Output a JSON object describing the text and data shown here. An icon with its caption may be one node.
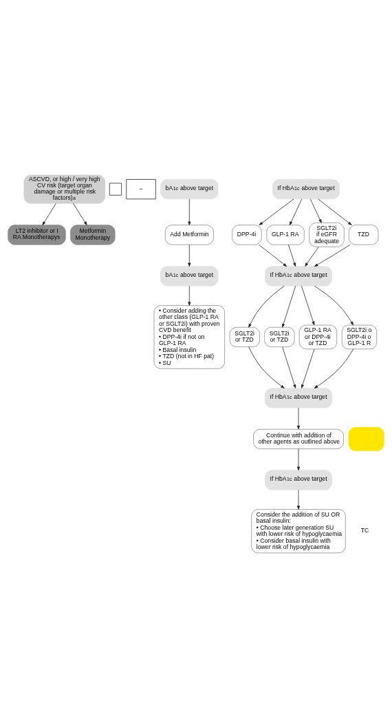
{
  "diagram": {
    "nodes": [
      {
        "text": [
          "ASCVD, or high / very high CV risk (target organ damage or multiple risk factors)$^{a}$"
        ]
      },
      {
        "text": [],
        "shape": "box"
      },
      {
        "text": [
          "−"
        ]
      },
      {
        "text": [
          "LT2 inhibitor or I RA Monotherapy$^{b}$"
        ]
      },
      {
        "text": [
          "Metformin Monotherapy"
        ]
      },
      {
        "text": [
          "bA$_{1c}$ above target"
        ]
      },
      {
        "text": [
          "If HbA$_{1c}$ above target"
        ]
      },
      {
        "text": [
          "Add Metformin"
        ]
      },
      {
        "text": [
          "DPP-4i"
        ]
      },
      {
        "text": [
          "GLP-1 RA"
        ]
      },
      {
        "text": [
          "SGLT2i if eGFR adequate"
        ]
      },
      {
        "text": [
          "TZD"
        ]
      },
      {
        "text": [
          "bA$_{1c}$ above target"
        ]
      },
      {
        "text": [
          "• Consider adding the other class (GLP-1 RA or SGLT2i) with proven CVD benefit",
          "• DPP-4i if not on GLP-1 RA",
          "• Basal insulin",
          "• TZD (not in HF pat)",
          "• SU"
        ]
      },
      {
        "text": [
          "If HbA$_{1c}$ above target"
        ]
      },
      {
        "text": [
          "SGLT2i or TZD"
        ]
      },
      {
        "text": [
          "SGLT2i or TZD"
        ]
      },
      {
        "text": [
          "GLP-1 RA or DPP-4i or TZD"
        ]
      },
      {
        "text": [
          "SGLT2i o DPP-4i o GLP-1 R"
        ]
      },
      {
        "text": [
          "If HbA$_{1c}$ above target"
        ]
      },
      {
        "text": [
          "Continue with addition of other agents as outlined above"
        ]
      },
      {
        "text": [
          "If HbA$_{1c}$ above target"
        ]
      },
      {
        "text": [
          "Consider the addition of SU OR basal insulin:",
          "• Choose later generation SU with lower risk of hypoglycaemia",
          "• Consider basal insulin with lower risk of hypoglycaemia"
        ]
      },
      {
        "text": [],
        "shape": "box"
      }
    ],
    "edges": [
      {
        "from": 0,
        "to": 3,
        "arrow": "to"
      },
      {
        "from": 0,
        "to": 4,
        "arrow": "to"
      },
      {
        "from": 5,
        "to": 7,
        "arrow": "to"
      },
      {
        "from": 6,
        "to": 8,
        "arrow": "to"
      },
      {
        "from": 6,
        "to": 9,
        "arrow": "to"
      },
      {
        "from": 6,
        "to": 10,
        "arrow": "to"
      },
      {
        "from": 6,
        "to": 11,
        "arrow": "to"
      },
      {
        "from": 7,
        "to": 12,
        "arrow": "to"
      },
      {
        "from": 8,
        "to": 14,
        "arrow": "to"
      },
      {
        "from": 9,
        "to": 14,
        "arrow": "to"
      },
      {
        "from": 10,
        "to": 14,
        "arrow": "to"
      },
      {
        "from": 11,
        "to": 14,
        "arrow": "to"
      },
      {
        "from": 12,
        "to": 13,
        "arrow": "to"
      },
      {
        "from": 14,
        "to": 15,
        "arrow": "to"
      },
      {
        "from": 14,
        "to": 16,
        "arrow": "to"
      },
      {
        "from": 14,
        "to": 17,
        "arrow": "to"
      },
      {
        "from": 14,
        "to": 18,
        "arrow": "to"
      },
      {
        "from": 15,
        "to": 19,
        "arrow": "to"
      },
      {
        "from": 16,
        "to": 19,
        "arrow": "to"
      },
      {
        "from": 17,
        "to": 19,
        "arrow": "to"
      },
      {
        "from": 18,
        "to": 19,
        "arrow": "to"
      },
      {
        "from": 19,
        "to": 20,
        "arrow": "to"
      },
      {
        "from": 20,
        "to": 21,
        "arrow": "to"
      },
      {
        "from": 21,
        "to": 22,
        "arrow": "to"
      }
    ],
    "labels": [
      "TC"
    ]
  }
}
